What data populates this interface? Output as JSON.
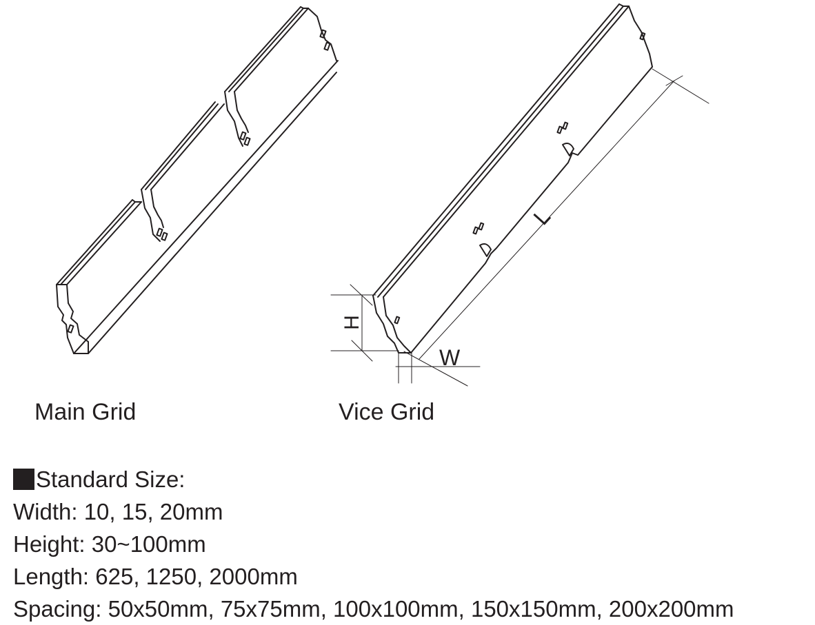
{
  "captions": {
    "main_grid": "Main Grid",
    "vice_grid": "Vice Grid"
  },
  "dimension_labels": {
    "height": "H",
    "width": "W",
    "length": "L"
  },
  "specs": {
    "heading": "Standard Size:",
    "heading_marker": "filled-square-bullet",
    "width": "Width: 10, 15, 20mm",
    "height": "Height: 30~100mm",
    "length": "Length: 625, 1250, 2000mm",
    "spacing": "Spacing: 50x50mm, 75x75mm, 100x100mm, 150x150mm, 200x200mm"
  },
  "colors": {
    "ink": "#231f20",
    "background": "#ffffff"
  }
}
